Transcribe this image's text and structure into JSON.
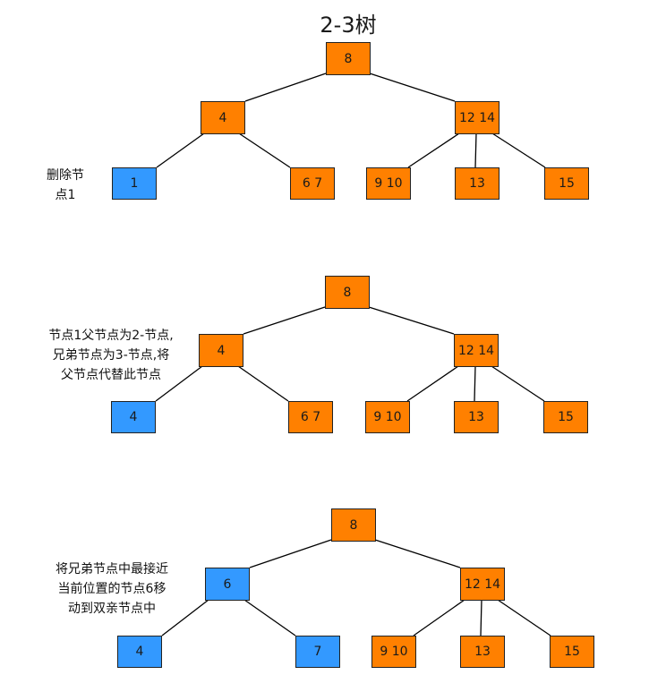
{
  "title": "2-3树",
  "colors": {
    "orange": "#ff8000",
    "blue": "#3399ff",
    "line": "#000000"
  },
  "diagrams": [
    {
      "note": [
        "删除节",
        "点1"
      ],
      "nodes": {
        "root": {
          "label": "8",
          "color": "orange"
        },
        "left": {
          "label": "4",
          "color": "orange"
        },
        "right": {
          "label": "12 14",
          "color": "orange"
        },
        "ll": {
          "label": "1",
          "color": "blue"
        },
        "lr": {
          "label": "6 7",
          "color": "orange"
        },
        "r1": {
          "label": "9 10",
          "color": "orange"
        },
        "r2": {
          "label": "13",
          "color": "orange"
        },
        "r3": {
          "label": "15",
          "color": "orange"
        }
      }
    },
    {
      "note": [
        "节点1父节点为2-节点,",
        "兄弟节点为3-节点,将",
        "父节点代替此节点"
      ],
      "nodes": {
        "root": {
          "label": "8",
          "color": "orange"
        },
        "left": {
          "label": "4",
          "color": "orange"
        },
        "right": {
          "label": "12 14",
          "color": "orange"
        },
        "ll": {
          "label": "4",
          "color": "blue"
        },
        "lr": {
          "label": "6 7",
          "color": "orange"
        },
        "r1": {
          "label": "9 10",
          "color": "orange"
        },
        "r2": {
          "label": "13",
          "color": "orange"
        },
        "r3": {
          "label": "15",
          "color": "orange"
        }
      }
    },
    {
      "note": [
        "将兄弟节点中最接近",
        "当前位置的节点6移",
        "动到双亲节点中"
      ],
      "nodes": {
        "root": {
          "label": "8",
          "color": "orange"
        },
        "left": {
          "label": "6",
          "color": "blue"
        },
        "right": {
          "label": "12 14",
          "color": "orange"
        },
        "ll": {
          "label": "4",
          "color": "blue"
        },
        "lr": {
          "label": "7",
          "color": "blue"
        },
        "r1": {
          "label": "9 10",
          "color": "orange"
        },
        "r2": {
          "label": "13",
          "color": "orange"
        },
        "r3": {
          "label": "15",
          "color": "orange"
        }
      }
    }
  ]
}
